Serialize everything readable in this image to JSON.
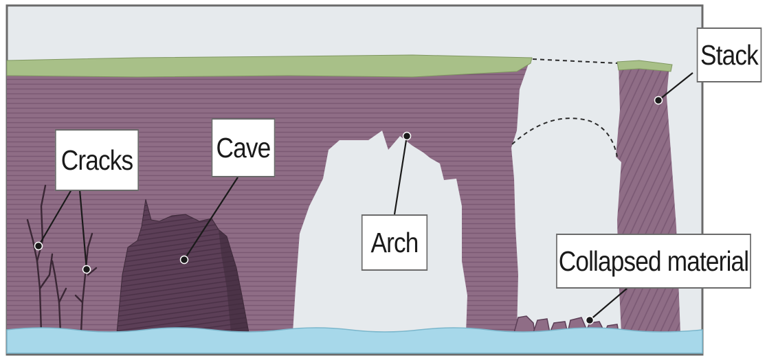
{
  "labels": {
    "cracks": "Cracks",
    "cave": "Cave",
    "arch": "Arch",
    "stack": "Stack",
    "collapsed": "Collapsed material"
  },
  "colors": {
    "sky": "#e6eaed",
    "rock": "#8f6d86",
    "rock_lines": "#7a5873",
    "cave": "#5a3d55",
    "grass": "#a8c088",
    "sea": "#a7d8ea",
    "frame": "#6a6a6a",
    "pointer": "#1a1a1a"
  },
  "icons": {
    "pointer_dot": "leader-dot",
    "dashed_outline": "former-extent-dashed-line"
  }
}
